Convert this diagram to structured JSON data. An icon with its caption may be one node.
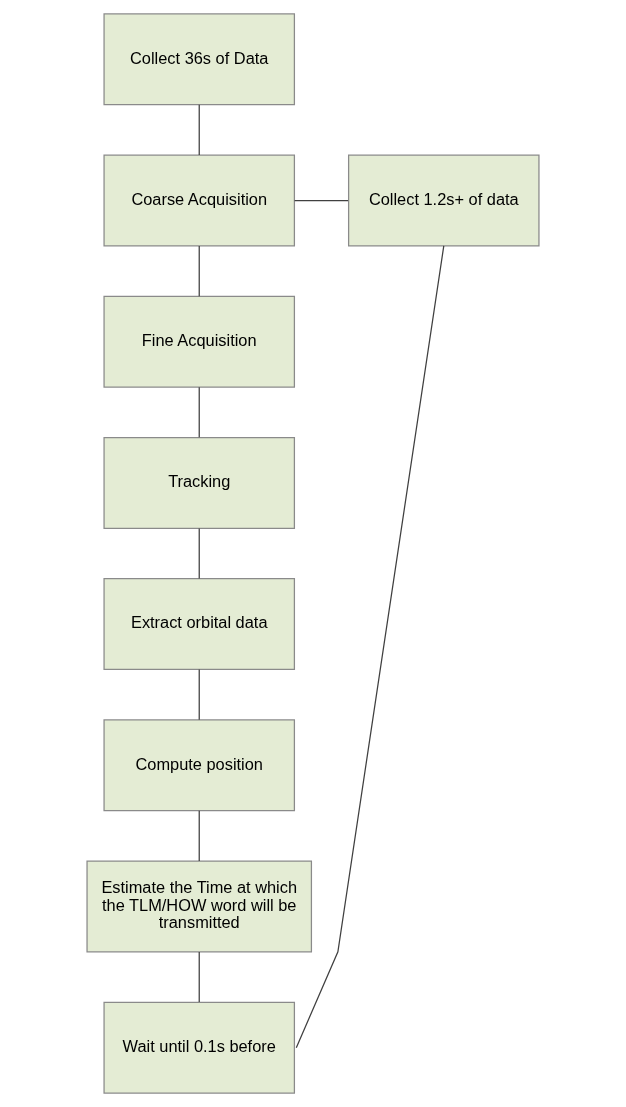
{
  "diagram": {
    "nodes": [
      {
        "text": [
          "Collect 36s of Data"
        ]
      },
      {
        "text": [
          "Coarse Acquisition"
        ]
      },
      {
        "text": [
          "Collect 1.2s+ of data"
        ]
      },
      {
        "text": [
          "Fine Acquisition"
        ]
      },
      {
        "text": [
          "Tracking"
        ]
      },
      {
        "text": [
          "Extract orbital data"
        ]
      },
      {
        "text": [
          "Compute position"
        ]
      },
      {
        "text": [
          "Estimate the Time at which the TLM/HOW word will be transmitted"
        ]
      },
      {
        "text": [
          "Wait until 0.1s before"
        ]
      }
    ],
    "edges": [
      {
        "from": 0,
        "to": 1,
        "arrow": "none"
      },
      {
        "from": 1,
        "to": 2,
        "arrow": "none"
      },
      {
        "from": 1,
        "to": 3,
        "arrow": "none"
      },
      {
        "from": 3,
        "to": 4,
        "arrow": "none"
      },
      {
        "from": 4,
        "to": 5,
        "arrow": "none"
      },
      {
        "from": 5,
        "to": 6,
        "arrow": "none"
      },
      {
        "from": 6,
        "to": 7,
        "arrow": "none"
      },
      {
        "from": 7,
        "to": 8,
        "arrow": "none"
      },
      {
        "from": 2,
        "to": 8,
        "arrow": "none"
      }
    ]
  }
}
